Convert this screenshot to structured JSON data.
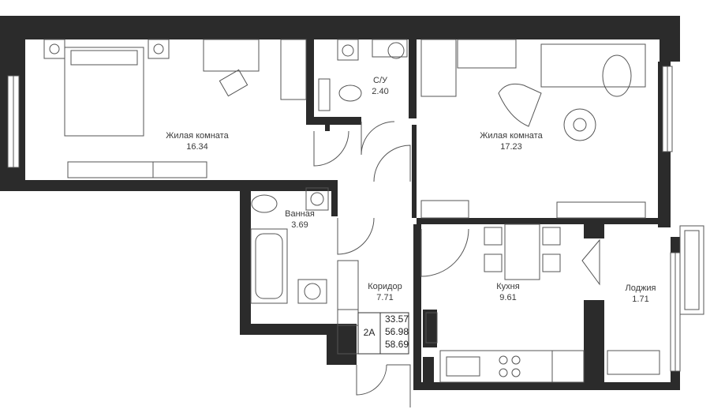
{
  "rooms": [
    {
      "key": "living1",
      "name": "Жилая комната",
      "area": "16.34"
    },
    {
      "key": "wc",
      "name": "С/У",
      "area": "2.40"
    },
    {
      "key": "living2",
      "name": "Жилая комната",
      "area": "17.23"
    },
    {
      "key": "bath",
      "name": "Ванная",
      "area": "3.69"
    },
    {
      "key": "corridor",
      "name": "Коридор",
      "area": "7.71"
    },
    {
      "key": "kitchen",
      "name": "Кухня",
      "area": "9.61"
    },
    {
      "key": "loggia",
      "name": "Лоджия",
      "area": "1.71"
    }
  ],
  "summary": {
    "code": "2А",
    "values": [
      "33.57",
      "56.98",
      "58.69"
    ]
  },
  "colors": {
    "wall": "#2b2b2b",
    "line": "#555555",
    "accent": "#9a9a9a"
  }
}
